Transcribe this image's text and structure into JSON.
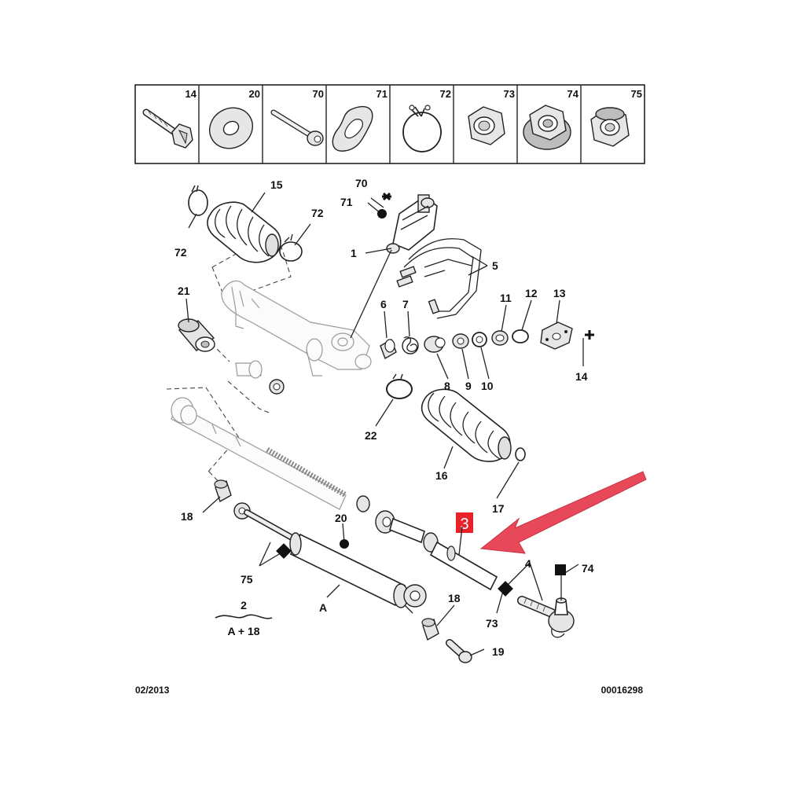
{
  "header_parts": [
    {
      "num": "14",
      "icon": "bolt-icon"
    },
    {
      "num": "20",
      "icon": "washer-icon"
    },
    {
      "num": "70",
      "icon": "long-screw-icon"
    },
    {
      "num": "71",
      "icon": "bean-clip-icon"
    },
    {
      "num": "72",
      "icon": "hose-clamp-icon"
    },
    {
      "num": "73",
      "icon": "hex-nut-icon"
    },
    {
      "num": "74",
      "icon": "flanged-nut-icon"
    },
    {
      "num": "75",
      "icon": "lock-nut-icon"
    }
  ],
  "callouts": {
    "c15": "15",
    "c72a": "72",
    "c72b": "72",
    "c70": "70",
    "c71": "71",
    "c1": "1",
    "c5": "5",
    "c21": "21",
    "c6": "6",
    "c7": "7",
    "c11": "11",
    "c12": "12",
    "c13": "13",
    "c14": "14",
    "c8": "8",
    "c9": "9",
    "c10": "10",
    "c22": "22",
    "c16": "16",
    "c17": "17",
    "c18a": "18",
    "c20": "20",
    "c75": "75",
    "c3": "3",
    "c4": "4",
    "c74": "74",
    "c73": "73",
    "c18b": "18",
    "c19": "19",
    "cA": "A"
  },
  "legend": {
    "top": "2",
    "bottom": "A + 18"
  },
  "footer": {
    "date": "02/2013",
    "ref": "00016298"
  },
  "colors": {
    "highlight": "#e8202a",
    "arrow": "#e8495a",
    "ink": "#222222"
  }
}
